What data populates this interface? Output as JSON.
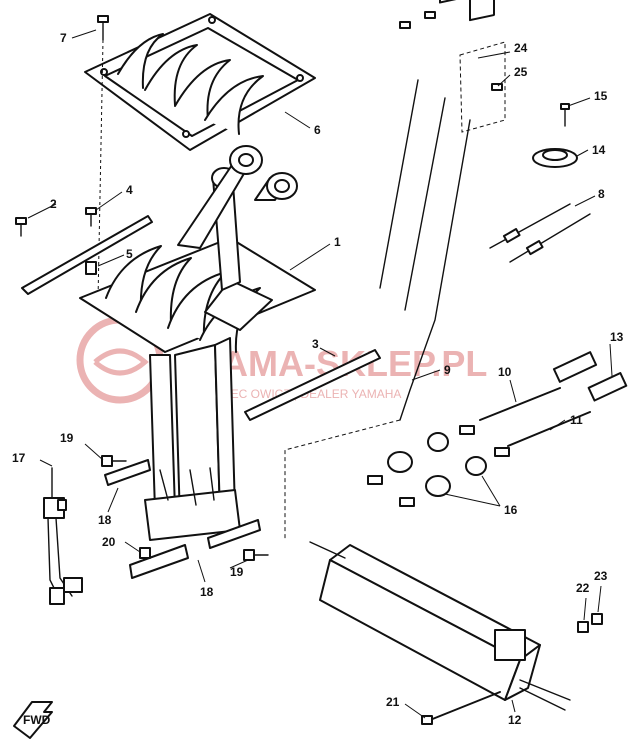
{
  "callouts": {
    "c1": "1",
    "c2": "2",
    "c3": "3",
    "c4": "4",
    "c5": "5",
    "c6": "6",
    "c7": "7",
    "c8": "8",
    "c9": "9",
    "c10": "10",
    "c11": "11",
    "c12": "12",
    "c13": "13",
    "c14": "14",
    "c15": "15",
    "c16": "16",
    "c17": "17",
    "c18a": "18",
    "c18b": "18",
    "c19a": "19",
    "c19b": "19",
    "c20": "20",
    "c21": "21",
    "c22": "22",
    "c23": "23",
    "c24": "24",
    "c25": "25"
  },
  "watermark": {
    "main": "AMA-SKLEP.PL",
    "sub": "UCIEC  OWICZ | DEALER YAMAHA"
  },
  "direction_badge": "FWD",
  "colors": {
    "line": "#111111",
    "watermark": "#e8a6a6"
  }
}
